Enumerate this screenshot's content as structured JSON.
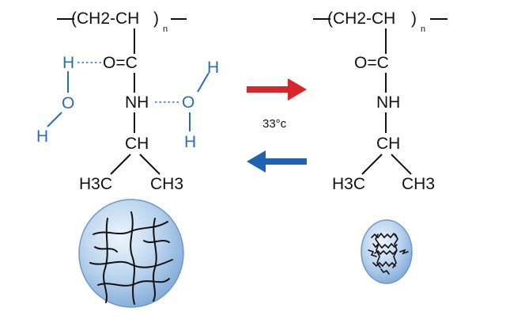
{
  "colors": {
    "text": "#111111",
    "water": "#2a6db5",
    "heat_arrow": "#d7262b",
    "cool_arrow": "#1f63b3",
    "coil_fill": "#a9c8e8"
  },
  "left_structure": {
    "chain_open": "(CH2-CH",
    "chain_close": ")",
    "subscript_n": "n",
    "carbonyl": "O=C",
    "amide": "NH",
    "methine": "CH",
    "methyl_left": "H3C",
    "methyl_right": "CH3",
    "water_1": {
      "h_top": "H",
      "o": "O",
      "h_bottom": "H"
    },
    "water_2": {
      "h_top": "H",
      "o": "O",
      "h_bottom": "H"
    }
  },
  "right_structure": {
    "chain_open": "(CH2-CH",
    "chain_close": ")",
    "subscript_n": "n",
    "carbonyl": "O=C",
    "amide": "NH",
    "methine": "CH",
    "methyl_left": "H3C",
    "methyl_right": "CH3"
  },
  "transition": {
    "temperature_label": "33°c"
  },
  "icons": {
    "heating_arrow": "arrow-right-icon",
    "cooling_arrow": "arrow-left-icon",
    "swollen_state": "swollen-coil-sphere",
    "collapsed_state": "collapsed-globule-sphere"
  }
}
